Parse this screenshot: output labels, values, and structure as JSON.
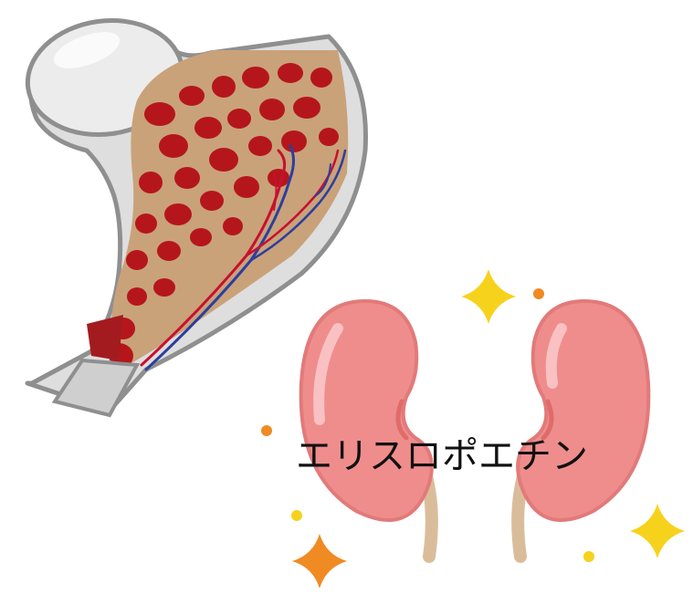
{
  "caption": {
    "text": "エリスロポエチン"
  },
  "illustrations": [
    {
      "name": "bone-marrow-cross-section",
      "icon": "femur-bone-icon"
    },
    {
      "name": "kidneys-pair",
      "icon": "kidney-icon"
    }
  ],
  "colors": {
    "bone_outline": "#9a9a9a",
    "bone_head": "#e6e6e6",
    "marrow_background": "#c9a27a",
    "marrow_cells": "#b5161c",
    "blood_vessel_red": "#c8102e",
    "blood_vessel_blue": "#2b3f9e",
    "kidney": "#ef8d8d",
    "kidney_highlight": "#f9c7c7",
    "ureter": "#d9bd9b",
    "sparkle_yellow": "#f7d21c",
    "sparkle_orange": "#f08a23",
    "caption_text": "#111111"
  }
}
